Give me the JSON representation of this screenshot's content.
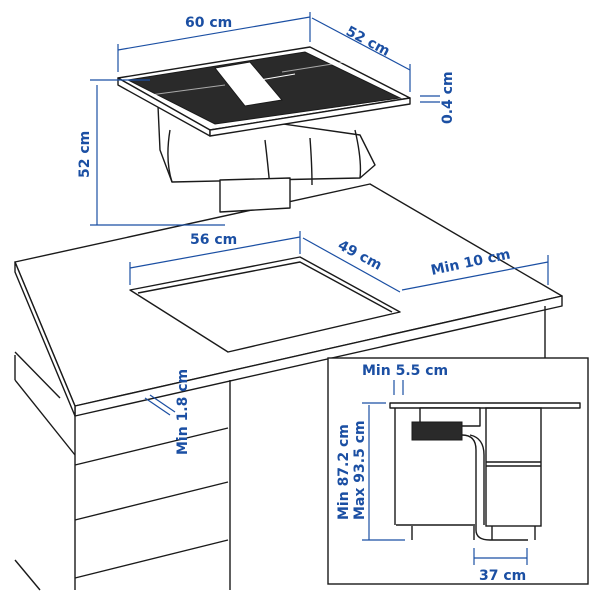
{
  "colors": {
    "dimension": "#1b4fa3",
    "line": "#1a1a1a"
  },
  "hob": {
    "width": "60 cm",
    "depth": "52 cm",
    "height": "52 cm",
    "thickness": "0.4 cm"
  },
  "cutout": {
    "width": "56 cm",
    "depth": "49 cm",
    "min_back_clearance": "Min 10 cm"
  },
  "worktop": {
    "min_thickness": "Min 1.8 cm"
  },
  "inset": {
    "min_front_gap": "Min 5.5 cm",
    "height_min": "Min 87.2 cm",
    "height_max": "Max 93.5 cm",
    "duct_depth": "37 cm"
  }
}
